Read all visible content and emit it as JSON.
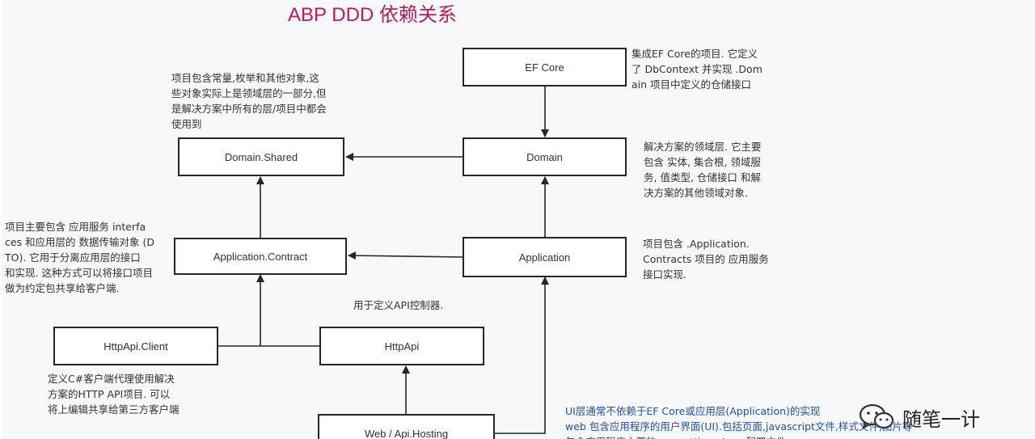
{
  "title": "ABP DDD 依赖关系",
  "boxes": {
    "efcore": "EF Core",
    "domain_shared": "Domain.Shared",
    "domain": "Domain",
    "app_contract": "Application.Contract",
    "application": "Application",
    "httpapi_client": "HttpApi.Client",
    "httpapi": "HttpApi",
    "web": "Web / Api.Hosting"
  },
  "notes": {
    "efcore": "集成EF Core的项目. 它定义\n了 DbContext 并实现 .Dom\nain 项目中定义的仓储接口",
    "domain_shared": "项目包含常量,枚举和其他对象,这\n些对象实际上是领域层的一部分,但\n是解决方案中所有的层/项目中都会\n使用到",
    "domain": "解决方案的领域层. 它主要\n包含 实体, 集合根, 领域服\n务, 值类型, 仓储接口 和解\n决方案的其他领域对象.",
    "app_contract": "项目主要包含 应用服务 interfa\nces 和应用层的 数据传输对象 (D\nTO). 它用于分离应用层的接口\n和实现. 这种方式可以将接口项目\n做为约定包共享给客户端.",
    "application": "项目包含 .Application.\nContracts 项目的 应用服务\n接口实现.",
    "httpapi": "用于定义API控制器.",
    "httpapi_client": "定义C#客户端代理使用解决\n方案的HTTP API项目. 可以\n将上编辑共享给第三方客户端",
    "web": "UI层通常不依赖于EF Core或应用层(Application)的实现\nweb 包含应用程序的用户界面(UI).包括页面,javascript文件,样式文件,图片等\n包含应用程序主要的 appsettings.json 配置文件"
  },
  "watermark": "随笔一计",
  "colors": {
    "title": "#c0185a",
    "note_blue": "#1f4fb0",
    "line": "#262626"
  }
}
